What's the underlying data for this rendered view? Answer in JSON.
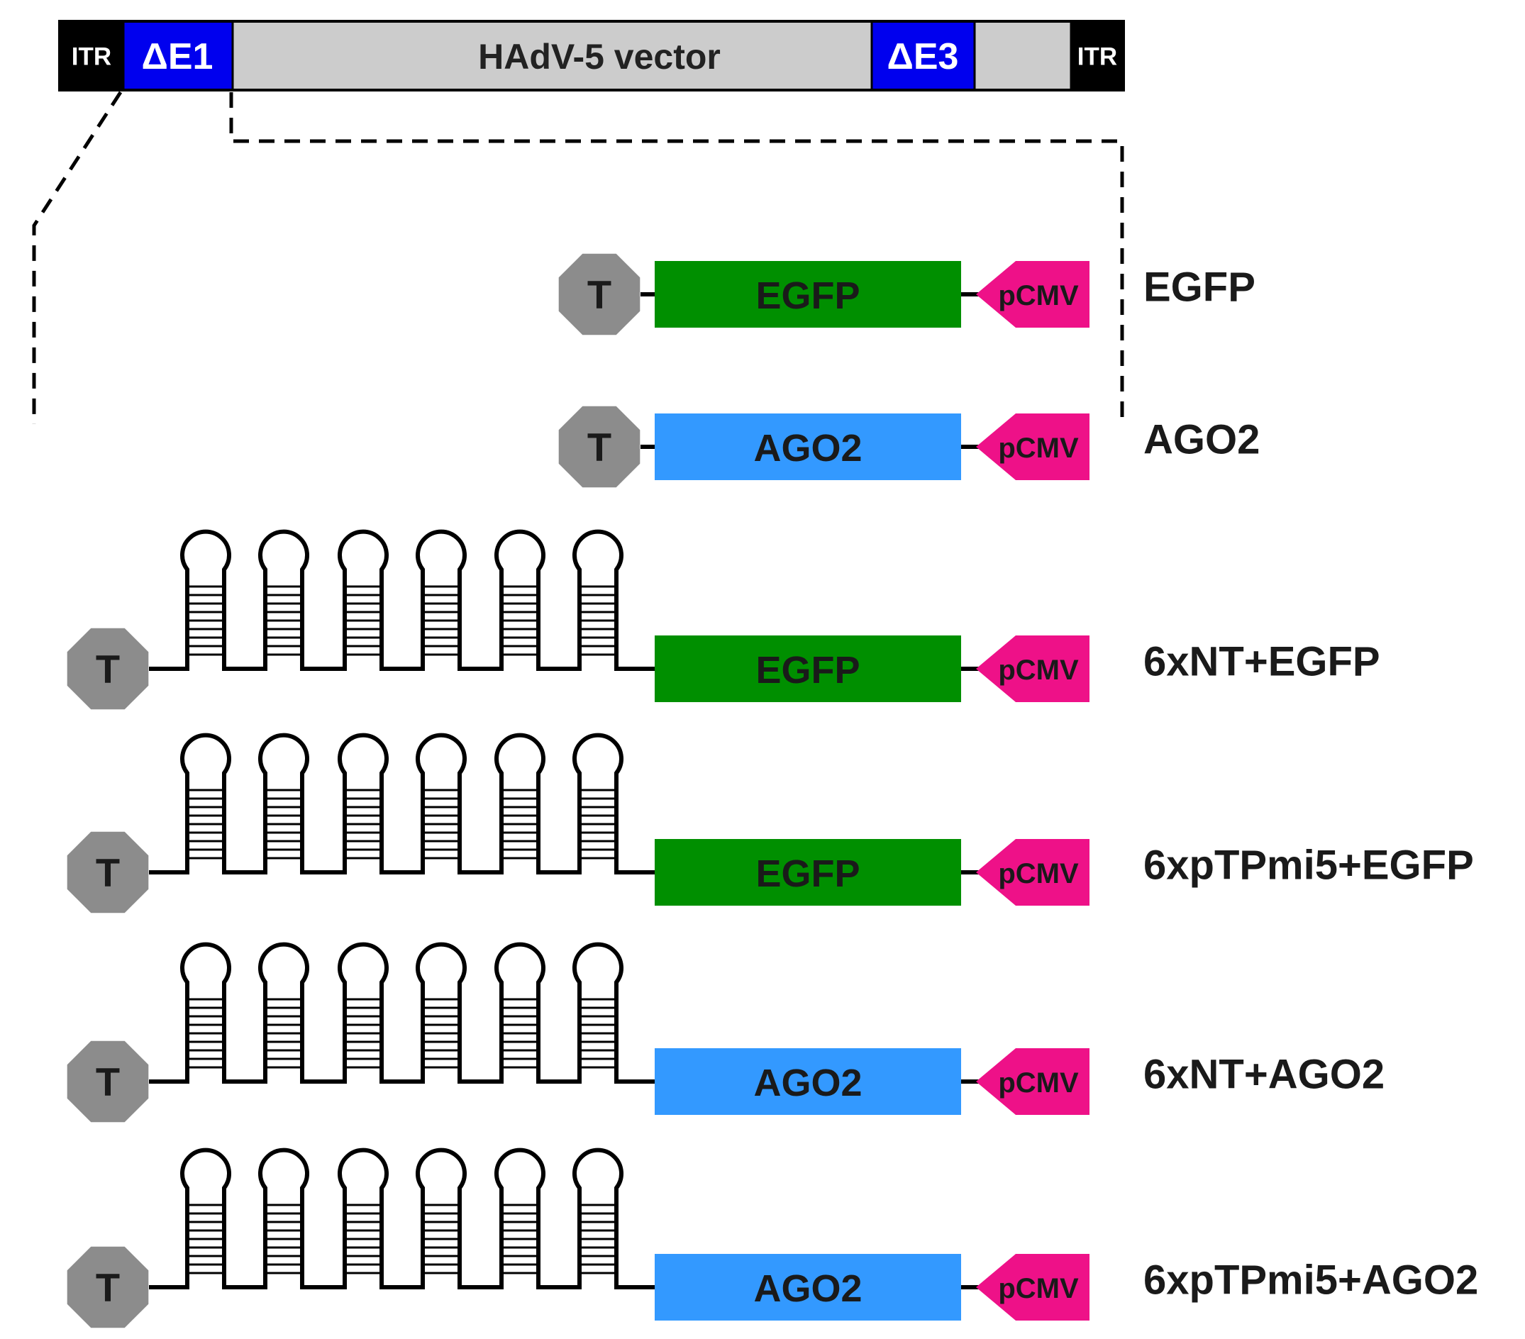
{
  "vector": {
    "segments": [
      {
        "id": "itr-left",
        "label": "ITR",
        "role": "itr"
      },
      {
        "id": "delta-e1",
        "label": "ΔE1",
        "role": "deletion"
      },
      {
        "id": "backbone",
        "label": "HAdV-5 vector",
        "role": "backbone"
      },
      {
        "id": "delta-e3",
        "label": "ΔE3",
        "role": "deletion"
      },
      {
        "id": "backbone-tail",
        "label": "",
        "role": "backbone"
      },
      {
        "id": "itr-right",
        "label": "ITR",
        "role": "itr"
      }
    ]
  },
  "elements": {
    "terminator_label": "T",
    "promoter_label": "pCMV"
  },
  "constructs": [
    {
      "name": "EGFP",
      "gene": "EGFP",
      "hairpins": 0
    },
    {
      "name": "AGO2",
      "gene": "AGO2",
      "hairpins": 0
    },
    {
      "name": "6xNT+EGFP",
      "gene": "EGFP",
      "hairpins": 6
    },
    {
      "name": "6xpTPmi5+EGFP",
      "gene": "EGFP",
      "hairpins": 6
    },
    {
      "name": "6xNT+AGO2",
      "gene": "AGO2",
      "hairpins": 6
    },
    {
      "name": "6xpTPmi5+AGO2",
      "gene": "AGO2",
      "hairpins": 6
    }
  ],
  "colors": {
    "itr": "#000000",
    "deletion": "#0000ee",
    "backbone": "#cccccc",
    "EGFP": "#008f00",
    "AGO2": "#3399ff",
    "promoter": "#ee1188",
    "terminator": "#8c8c8c",
    "line": "#000000"
  }
}
